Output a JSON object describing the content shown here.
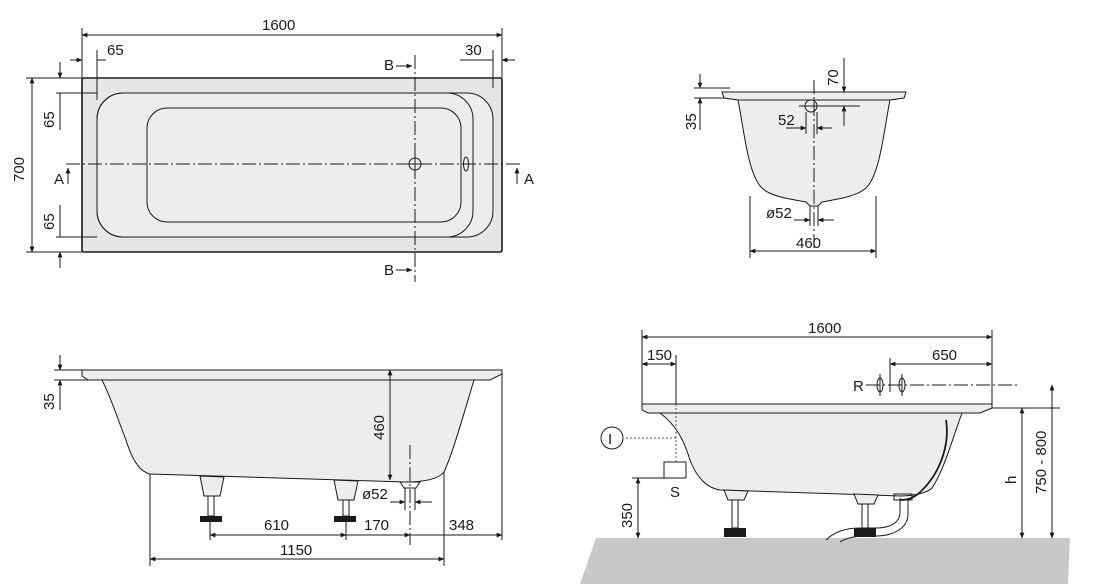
{
  "plan_view": {
    "length": "1600",
    "left_offset": "65",
    "right_offset": "30",
    "width": "700",
    "edge_top": "65",
    "edge_bottom": "65",
    "section_b_top": "B",
    "section_b_bottom": "B",
    "section_a_left": "A",
    "section_a_right": "A"
  },
  "cross_section": {
    "overflow_height": "70",
    "rim_thickness": "35",
    "overflow_diameter": "52",
    "drain_diameter": "ø52",
    "inner_width": "460"
  },
  "side_section": {
    "rim_thickness": "35",
    "depth": "460",
    "drain_diameter": "ø52",
    "foot_spacing": "610",
    "foot_to_drain": "170",
    "drain_to_end": "348",
    "total_feet": "1150"
  },
  "installation_view": {
    "length": "1600",
    "supply_offset": "150",
    "overflow_offset": "650",
    "r_label": "R",
    "i_label": "I",
    "s_label": "S",
    "floor_height": "350",
    "h_label": "h",
    "height_range": "750 - 800"
  }
}
